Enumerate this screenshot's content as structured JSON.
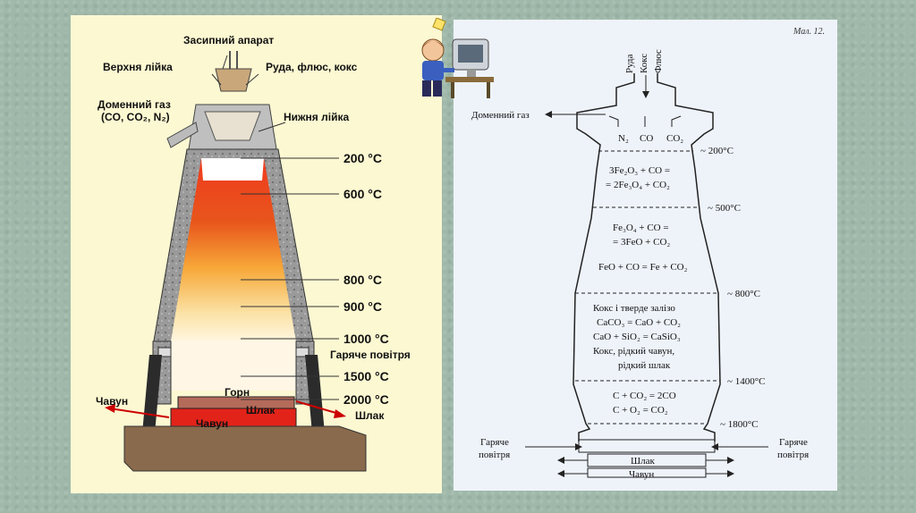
{
  "left": {
    "charging": "Засипний апарат",
    "upper_hopper": "Верхня лійка",
    "ore": "Руда, флюс, кокс",
    "gas": "Доменний газ",
    "gas_comp": "(CO, CO₂, N₂)",
    "lower_hopper": "Нижня лійка",
    "temps": [
      "200 °C",
      "600 °C",
      "800 °C",
      "900 °C",
      "1000 °C",
      "1500 °C",
      "2000 °C"
    ],
    "hot_air": "Гаряче повітря",
    "hearth": "Горн",
    "slag_inside": "Шлак",
    "iron_inside": "Чавун",
    "iron_out": "Чавун",
    "slag_out": "Шлак"
  },
  "right": {
    "fig": "Мал. 12.",
    "inputs": [
      "Руда",
      "Кокс",
      "Флюс"
    ],
    "gas": "Доменний газ",
    "gas_n2": "N₂",
    "gas_co": "CO",
    "gas_co2": "CO₂",
    "t200": "~ 200°C",
    "t500": "~ 500°C",
    "t800": "~ 800°C",
    "t1400": "~ 1400°C",
    "t1800": "~ 1800°C",
    "z1a": "3Fe₂O₃ + CO =",
    "z1b": "= 2Fe₃O₄ + CO₂",
    "z2a": "Fe₃O₄ + CO =",
    "z2b": "= 3FeO + CO₂",
    "z2c": "FeO + CO = Fe + CO₂",
    "z3a": "Кокс і тверде залізо",
    "z3b": "CaCO₃ = CaO + CO₂",
    "z3c": "CaO + SiO₂ = CaSiO₃",
    "z3d": "Кокс, рідкий чавун,",
    "z3e": "рідкий шлак",
    "z4a": "C + CO₂ = 2CO",
    "z4b": "C + O₂ = CO₂",
    "hot_air_l1": "Гаряче",
    "hot_air_l2": "повітря",
    "hot_air_r1": "Гаряче",
    "hot_air_r2": "повітря",
    "slag": "Шлак",
    "iron": "Чавун"
  }
}
